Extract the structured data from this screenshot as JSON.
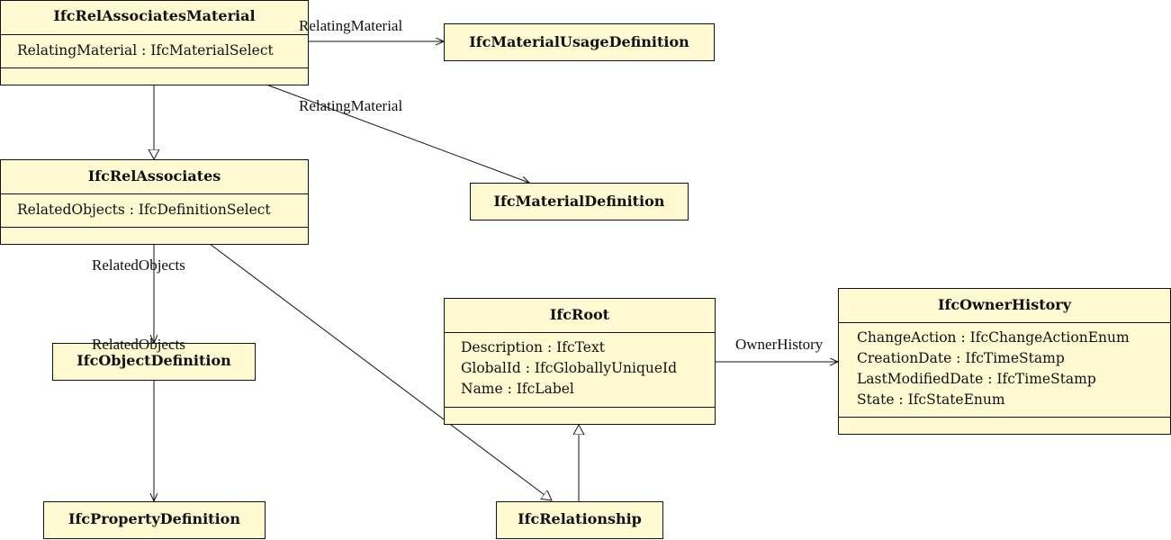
{
  "classes": {
    "ifc_rel_associates_material": {
      "name": "IfcRelAssociatesMaterial",
      "attributes": [
        "RelatingMaterial : IfcMaterialSelect"
      ]
    },
    "ifc_material_usage_definition": {
      "name": "IfcMaterialUsageDefinition"
    },
    "ifc_material_definition": {
      "name": "IfcMaterialDefinition"
    },
    "ifc_rel_associates": {
      "name": "IfcRelAssociates",
      "attributes": [
        "RelatedObjects : IfcDefinitionSelect"
      ]
    },
    "ifc_object_definition": {
      "name": "IfcObjectDefinition"
    },
    "ifc_property_definition": {
      "name": "IfcPropertyDefinition"
    },
    "ifc_root": {
      "name": "IfcRoot",
      "attributes": [
        "Description : IfcText",
        "GlobalId : IfcGloballyUniqueId",
        "Name : IfcLabel"
      ]
    },
    "ifc_relationship": {
      "name": "IfcRelationship"
    },
    "ifc_owner_history": {
      "name": "IfcOwnerHistory",
      "attributes": [
        "ChangeAction : IfcChangeActionEnum",
        "CreationDate : IfcTimeStamp",
        "LastModifiedDate : IfcTimeStamp",
        "State : IfcStateEnum"
      ]
    }
  },
  "edge_labels": {
    "relating_material_1": "RelatingMaterial",
    "relating_material_2": "RelatingMaterial",
    "related_objects_1": "RelatedObjects",
    "related_objects_2": "RelatedObjects",
    "owner_history": "OwnerHistory"
  },
  "colors": {
    "class_fill": "#fffad2",
    "stroke": "#111111"
  }
}
